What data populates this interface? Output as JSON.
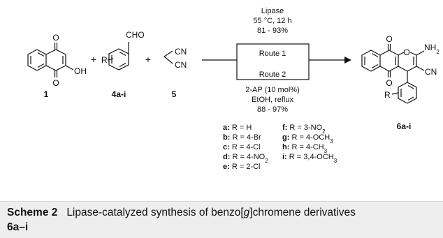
{
  "reactants": {
    "naphthoquinone": {
      "atom_o_top": "O",
      "atom_o_bottom": "O",
      "atom_oh": "OH",
      "label": "1"
    },
    "aldehyde": {
      "atom_cho": "CHO",
      "atom_r": "R",
      "label": "4a-i"
    },
    "malononitrile": {
      "cn_top": "CN",
      "cn_bottom": "CN",
      "label": "5"
    },
    "plus_1": "+",
    "plus_2": "+"
  },
  "conditions": {
    "route1": {
      "catalyst": "Lipase",
      "conditions": "55 °C, 12 h",
      "yield": "81 - 93%",
      "label": "Route 1"
    },
    "route2": {
      "label": "Route 2",
      "catalyst": "2-AP (10 mol%)",
      "conditions": "EtOH, reflux",
      "yield": "88 - 97%"
    }
  },
  "substituents": [
    {
      "key": "a:",
      "value": "R = H"
    },
    {
      "key": "b:",
      "value": "R = 4-Br"
    },
    {
      "key": "c:",
      "value": "R = 4-Cl"
    },
    {
      "key": "d:",
      "value": "R = 4-NO2"
    },
    {
      "key": "e:",
      "value": "R = 2-Cl"
    },
    {
      "key": "f:",
      "value": "R = 3-NO2"
    },
    {
      "key": "g:",
      "value": "R = 4-OCH3"
    },
    {
      "key": "h:",
      "value": "R = 4-CH3"
    },
    {
      "key": "i:",
      "value": "R = 3,4-OCH3"
    }
  ],
  "product": {
    "atom_o_top": "O",
    "atom_o_ring": "O",
    "atom_o_bottom": "O",
    "atom_nh2": "NH2",
    "atom_cn": "CN",
    "atom_r": "R",
    "label": "6a-i"
  },
  "caption": {
    "label": "Scheme 2",
    "text_before": "Lipase-catalyzed synthesis of benzo[",
    "text_italic": "g",
    "text_after": "]chromene derivatives",
    "compounds": "6a–i"
  }
}
